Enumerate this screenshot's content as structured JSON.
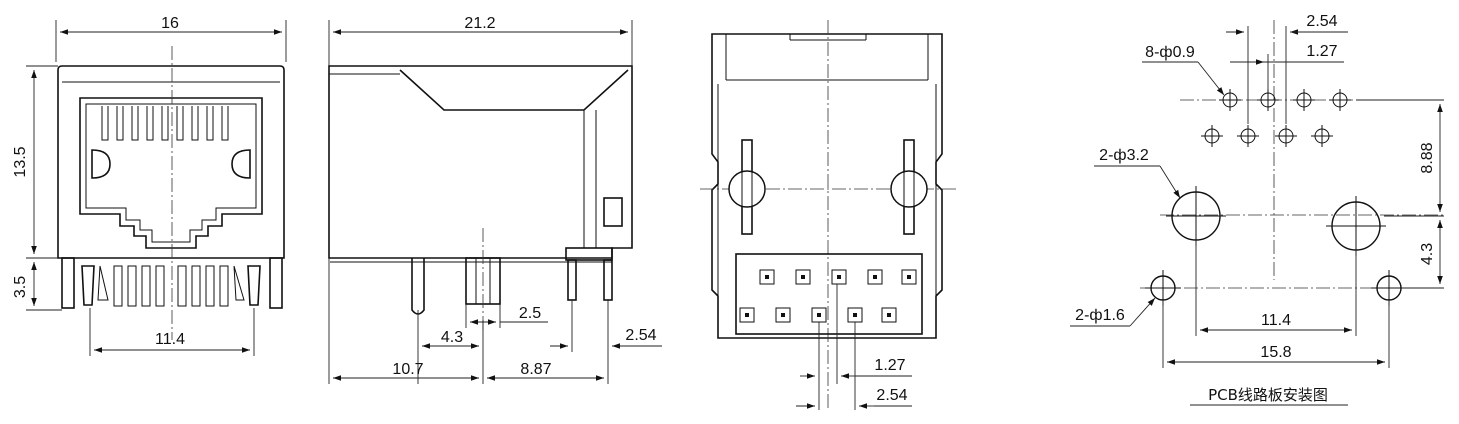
{
  "front_view": {
    "width_label": "16",
    "height_label": "13.5",
    "pin_height_label": "3.5",
    "pin_span_label": "11.4"
  },
  "side_view": {
    "length_label": "21.2",
    "post_offset_label": "10.7",
    "pin_offset_label": "8.87",
    "post_spacing_label": "4.3",
    "post_dia_label": "2.5",
    "pin_pitch_label": "2.54"
  },
  "bottom_view": {
    "half_pitch_label": "1.27",
    "pitch_label": "2.54"
  },
  "pcb_layout": {
    "pitch_label": "2.54",
    "half_pitch_label": "1.27",
    "signal_holes_label": "8-ф0.9",
    "post_holes_label": "2-ф3.2",
    "shield_holes_label": "2-ф1.6",
    "row_to_post_label": "8.88",
    "post_to_shield_label": "4.3",
    "post_span_label": "11.4",
    "shield_span_label": "15.8",
    "caption": "PCB线路板安装图"
  }
}
